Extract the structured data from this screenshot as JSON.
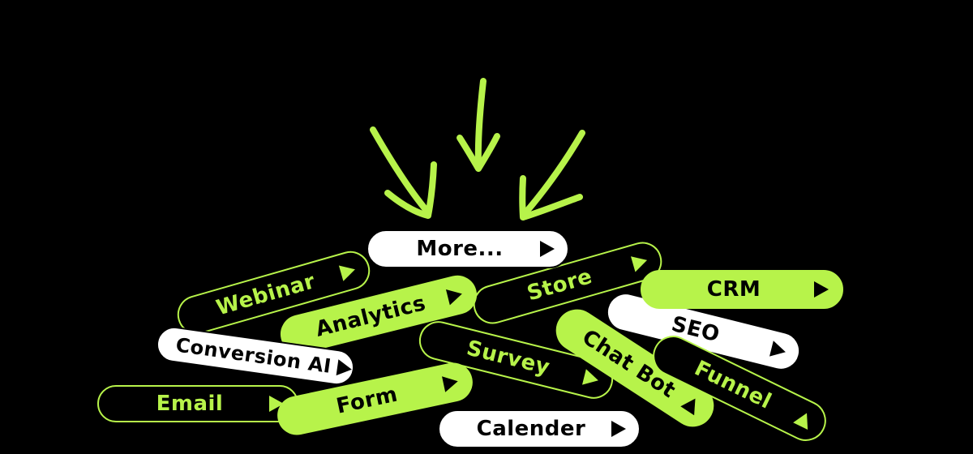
{
  "colors": {
    "background": "#000000",
    "accent": "#b7f34a",
    "white": "#ffffff",
    "dark_text": "#000000"
  },
  "arrows": {
    "count": 3,
    "icon": "hand-drawn-down-arrow-icon"
  },
  "pills": {
    "webinar": {
      "label": "Webinar",
      "icon": "play-icon"
    },
    "analytics": {
      "label": "Analytics",
      "icon": "play-icon"
    },
    "store": {
      "label": "Store",
      "icon": "play-icon"
    },
    "more": {
      "label": "More...",
      "icon": "play-icon"
    },
    "crm": {
      "label": "CRM",
      "icon": "play-icon"
    },
    "seo": {
      "label": "SEO",
      "icon": "play-icon"
    },
    "conversion_ai": {
      "label": "Conversion AI",
      "icon": "play-icon"
    },
    "survey": {
      "label": "Survey",
      "icon": "play-icon"
    },
    "chat_bot": {
      "label": "Chat Bot",
      "icon": "play-icon"
    },
    "funnel": {
      "label": "Funnel",
      "icon": "play-icon"
    },
    "email": {
      "label": "Email",
      "icon": "play-icon"
    },
    "form": {
      "label": "Form",
      "icon": "play-icon"
    },
    "calender": {
      "label": "Calender",
      "icon": "play-icon"
    }
  }
}
